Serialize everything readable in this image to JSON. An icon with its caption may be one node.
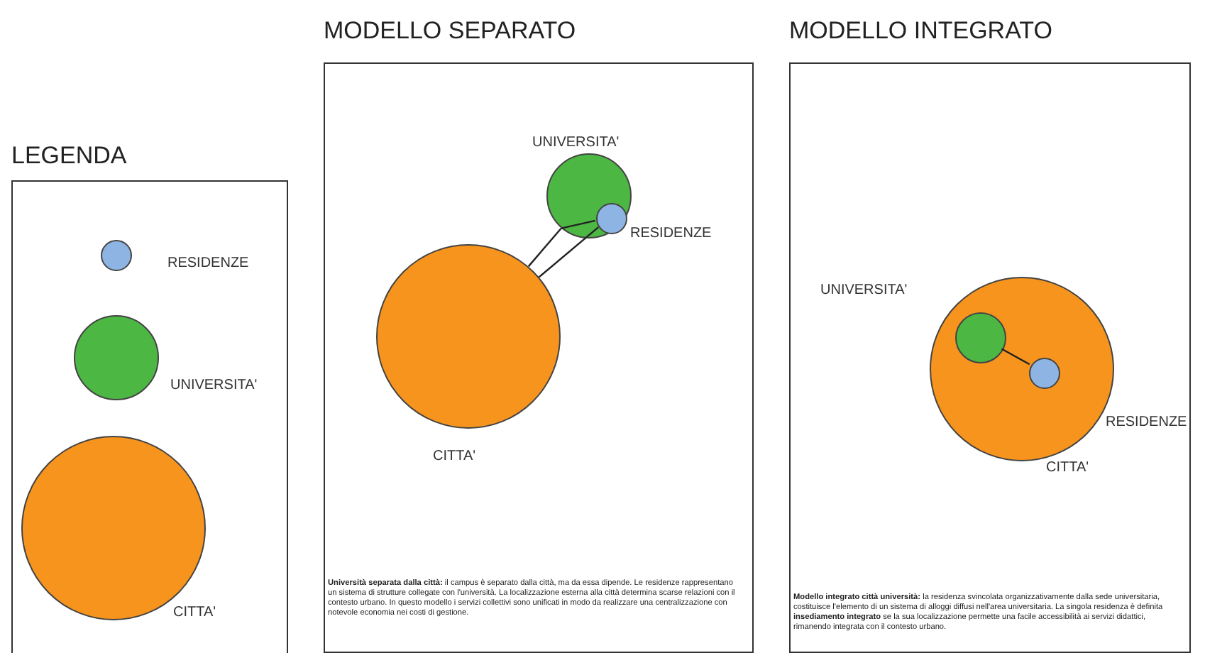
{
  "diagram": {
    "nodes": [
      {
        "text": [
          "MODELLO SEPARATO",
          "**Università separata dalla città:** il campus è separato dalla città, ma da essa dipende. Le residenze rappresentano un sistema di strutture collegate con l'università. La localizzazione esterna alla città determina scarse relazioni con il contesto urbano. In questo modello i servizi collettivi sono unificati in modo da realizzare una centralizzazione con notevole economia nei costi di gestione."
        ]
      },
      {
        "text": [],
        "shape": "circle",
        "in": 0,
        "beside": [
          "UNIVERSITA'"
        ]
      },
      {
        "text": [],
        "shape": "circle",
        "in": 1,
        "beside": [
          "RESIDENZE"
        ]
      },
      {
        "text": [],
        "shape": "circle",
        "in": 0,
        "beside": [
          "CITTA'"
        ]
      },
      {
        "text": [
          "MODELLO INTEGRATO",
          "**Modello integrato città università:** la residenza svincolata organizzativamente dalla sede universitaria, costituisce l'elemento di un sistema di alloggi diffusi nell'area universitaria. La singola residenza è definita **insediamento integrato** se la sua localizzazione permette una facile accessibilità ai servizi didattici, rimanendo integrata con il contesto urbano."
        ]
      },
      {
        "text": [],
        "shape": "circle",
        "in": 4,
        "beside": [
          "CITTA'"
        ]
      },
      {
        "text": [],
        "shape": "circle",
        "in": 5,
        "beside": [
          "UNIVERSITA'"
        ]
      },
      {
        "text": [],
        "shape": "circle",
        "in": 5,
        "beside": [
          "RESIDENZE"
        ]
      }
    ],
    "edges": [
      {
        "from": 3,
        "to": 1,
        "arrow": "none"
      },
      {
        "from": 1,
        "to": 2,
        "arrow": "none"
      },
      {
        "from": 3,
        "to": 2,
        "arrow": "none"
      },
      {
        "from": 6,
        "to": 7,
        "arrow": "none"
      }
    ],
    "labels": [
      "LEGENDA"
    ],
    "legend": [
      {
        "text": "RESIDENZE",
        "color": "#8db4e2"
      },
      {
        "text": "UNIVERSITA'",
        "color": "#4cb843"
      },
      {
        "text": "CITTA'",
        "color": "#f7941d"
      }
    ]
  }
}
